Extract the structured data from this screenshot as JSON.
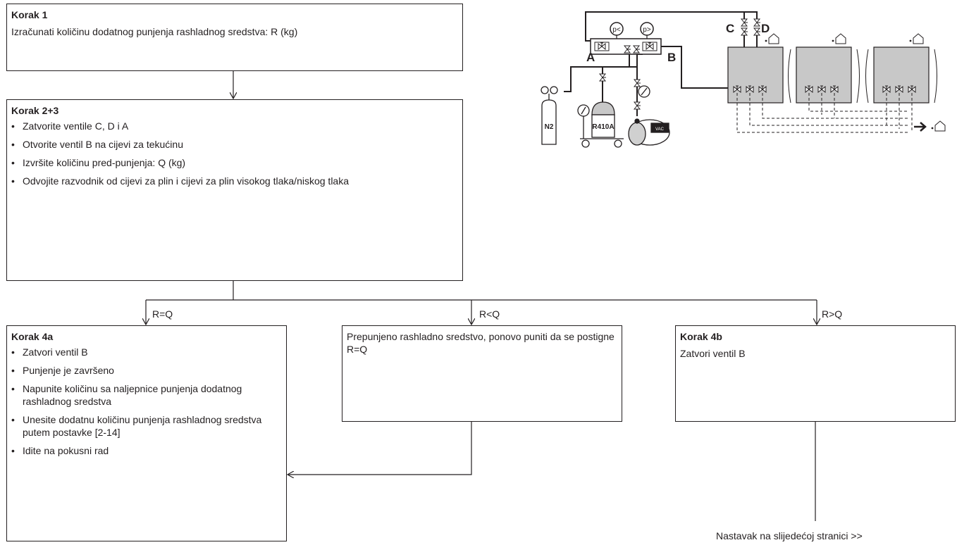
{
  "step1": {
    "title": "Korak 1",
    "text": "Izračunati količinu dodatnog punjenja rashladnog sredstva: R (kg)"
  },
  "step23": {
    "title": "Korak 2+3",
    "items": [
      "Zatvorite ventile C, D i A",
      "Otvorite ventil B na cijevi za tekućinu",
      "Izvršite količinu pred-punjenja: Q (kg)",
      "Odvojite razvodnik od cijevi za plin i cijevi za plin visokog tlaka/niskog tlaka"
    ]
  },
  "branches": {
    "eq": "R=Q",
    "lt": "R<Q",
    "gt": "R>Q"
  },
  "step4a": {
    "title": "Korak 4a",
    "items": [
      "Zatvori ventil B",
      "Punjenje je završeno",
      "Napunite količinu sa naljepnice punjenja dodatnog rashladnog sredstva",
      "Unesite dodatnu količinu punjenja rashladnog sredstva putem postavke [2-14]",
      "Idite na pokusni rad"
    ]
  },
  "overcharge": {
    "text": "Prepunjeno rashladno sredstvo, ponovo puniti da se postigne R=Q"
  },
  "step4b": {
    "title": "Korak 4b",
    "text": "Zatvori ventil B"
  },
  "continuation": "Nastavak na slijedećoj stranici >>",
  "diagram": {
    "valve_a": "A",
    "valve_b": "B",
    "valve_c": "C",
    "valve_d": "D",
    "gauge_low": "p<",
    "gauge_high": "p>",
    "nitrogen": "N2",
    "refrigerant": "R410A",
    "pump": "VAC"
  }
}
